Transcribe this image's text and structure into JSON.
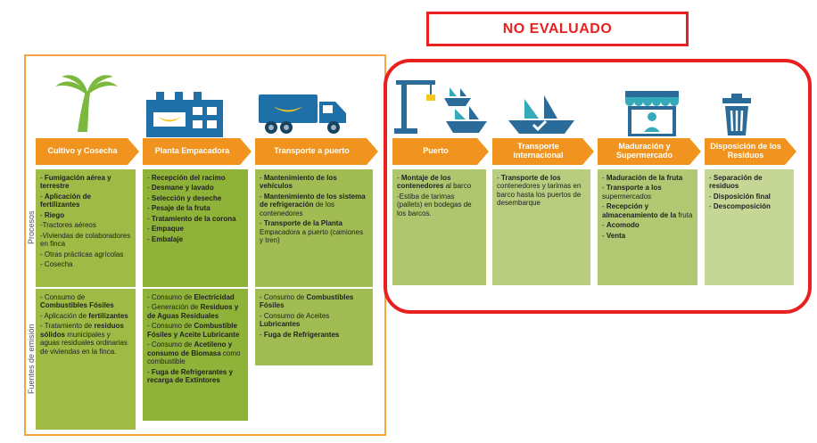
{
  "no_evaluado": {
    "label": "NO EVALUADO"
  },
  "row_labels": {
    "procesos": "Procesos",
    "fuentes": "Fuentes de emisión"
  },
  "colors": {
    "arrow_orange": "#f0941f",
    "evaluated_outline": "#f6a43f",
    "not_evaluated_outline": "#e8201f",
    "no_evaluado_red": "#e8201f",
    "icon_blue": "#1f6fa8",
    "icon_teal": "#35aab8",
    "icon_green": "#7cb83e",
    "banana_yellow": "#f6c61f"
  },
  "columns": [
    {
      "title": "Cultivo y Cosecha",
      "icon": "palm-tree-icon",
      "color": "#9fba45",
      "procesos": [
        "- **Fumigación aérea y terrestre**",
        "- **Aplicación de fertilizantes**",
        "- **Riego**",
        "-Tractores aéreos",
        "-Viviendas de colaboradores en finca",
        "- Otras prácticas agrícolas",
        "- Cosecha"
      ],
      "fuentes": [
        "- Consumo de **Combustibles Fósiles**",
        "- Aplicación de **fertilizantes**",
        "- Tratamiento de **residuos sólidos** municipales y aguas residuales ordinarias de viviendas en la finca."
      ]
    },
    {
      "title": "Planta Empacadora",
      "icon": "factory-icon",
      "color": "#8fb239",
      "procesos": [
        "- **Recepción del racimo**",
        "- **Desmane y lavado**",
        "- **Selección y deseche**",
        "- **Pesaje de la fruta**",
        "- **Tratamiento de la corona**",
        "- **Empaque**",
        "- **Embalaje**"
      ],
      "fuentes": [
        "- Consumo de **Electricidad**",
        "- Generación de **Residuos y de Aguas Residuales**",
        "- Consumo de **Combustible Fósiles y Aceite Lubricante**",
        "- Consumo de **Acetileno y consumo de Biomasa** como combustible",
        "- **Fuga de Refrigerantes y recarga de Extintores**"
      ]
    },
    {
      "title": "Transporte a puerto",
      "icon": "truck-icon",
      "color": "#a0bc52",
      "procesos": [
        "- **Mantenimiento de los vehículos**",
        "- **Mantenimiento de los sistema de refrigeración** de los contenedores",
        "- **Transporte de la Planta** Empacadora a puerto (camiones y tren)"
      ],
      "fuentes": [
        "- Consumo de **Combustibles Fósiles**",
        "- Consumo de Aceites **Lubricantes**",
        "- **Fuga de Refrigerantes**"
      ]
    },
    {
      "title": "Puerto",
      "icon": "port-crane-icon",
      "color": "#afc66e",
      "procesos": [
        "- **Montaje de los contenedores** al barco",
        "-Estiba de tarimas (pallets) en bodegas de los barcos."
      ],
      "fuentes": []
    },
    {
      "title": "Transporte internacional",
      "icon": "cargo-ship-icon",
      "color": "#b9cd7e",
      "procesos": [
        "- **Transporte de los** contenedores y tarimas en barco hasta los puertos de desembarque"
      ],
      "fuentes": []
    },
    {
      "title": "Maduración y Supermercado",
      "icon": "market-icon",
      "color": "#b2c873",
      "procesos": [
        "- **Maduración de la fruta**",
        "- **Transporte a los** supermercados",
        "- **Recepción y almacenamiento de la** fruta",
        "- **Acomodo**",
        "- **Venta**"
      ],
      "fuentes": []
    },
    {
      "title": "Disposición de los Residuos",
      "icon": "trash-bin-icon",
      "color": "#c6d795",
      "procesos": [
        "- **Separación de residuos**",
        "- **Disposición final**",
        "- **Descomposición**"
      ],
      "fuentes": []
    }
  ]
}
